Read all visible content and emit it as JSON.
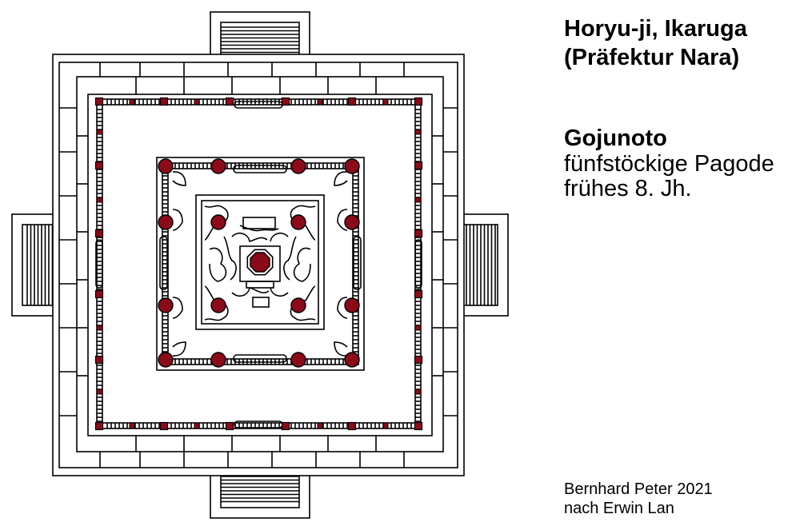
{
  "title": {
    "line1": "Horyu-ji, Ikaruga",
    "line2": "(Präfektur Nara)"
  },
  "subject": {
    "name": "Gojunoto",
    "line1": "fünfstöckige Pagode",
    "line2": "frühes 8. Jh."
  },
  "credit": {
    "line1": "Bernhard Peter 2021",
    "line2": "nach Erwin Lan"
  },
  "colors": {
    "line": "#000000",
    "pillar": "#8b0a1a",
    "background": "#ffffff"
  }
}
